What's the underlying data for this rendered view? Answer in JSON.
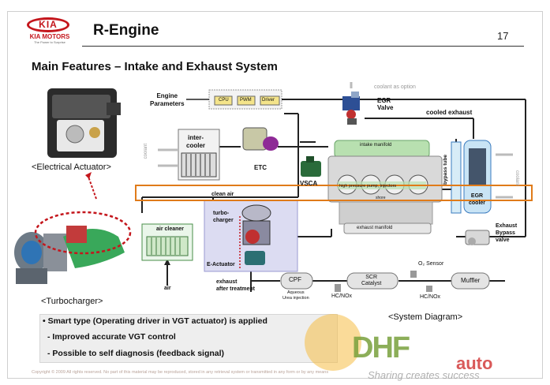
{
  "brand": {
    "logo_text": "KIA",
    "logo_motors": "KIA MOTORS",
    "logo_slogan": "The Power to Surprise"
  },
  "header": {
    "title": "R-Engine",
    "page_number": "17"
  },
  "subtitle": "Main Features – Intake and Exhaust System",
  "captions": {
    "electrical_actuator": "<Electrical Actuator>",
    "turbocharger": "<Turbocharger>",
    "system_diagram": "<System Diagram>"
  },
  "diagram": {
    "engine_parameters": "Engine\nParameters",
    "cpu": "CPU",
    "pwm": "PWM",
    "driver": "Driver",
    "coolant_as_option": "coolant as option",
    "egr_valve": "EGR\nValve",
    "cooled_exhaust": "cooled exhaust",
    "intercooler": "inter-\ncooler",
    "coolant_left": "coolant",
    "etc": "ETC",
    "vsca": "VSCA",
    "intake_manifold": "intake manifold",
    "high_pressure_pump": "high pressure pump, injectors",
    "shore": "shore",
    "exhaust_manifold": "exhaust manifold",
    "bypass_tube": "bypass tube",
    "egr_cooler": "EGR\ncooler",
    "coolant_right": "coolant",
    "clean_air": "clean air",
    "air_cleaner": "air cleaner",
    "air": "air",
    "turbocharger": "turbo-\ncharger",
    "e_actuator": "E-Actuator",
    "exhaust_bypass_valve": "Exhaust\nBypass\nvalve",
    "exhaust_after_treatment": "exhaust\nafter treatment",
    "cpf": "CPF",
    "aqueous_urea": "Aqueous\nUrea injection",
    "hc_nox_1": "HC/NOx",
    "scr_catalyst": "SCR\nCatalyst",
    "o2_sensor": "O₂ Sensor",
    "hc_nox_2": "HC/NOx",
    "muffler": "Muffler"
  },
  "bullets": {
    "main": "• Smart type (Operating driver in VGT actuator) is applied",
    "sub1": "- Improved accurate VGT control",
    "sub2": "- Possible to self diagnosis (feedback signal)"
  },
  "copyright": "Copyright © 2009 All rights reserved. No part of this material may be reproduced, stored in any retrieval system or transmitted in any form or by any means",
  "watermark": {
    "main": "DHF",
    "auto": "auto",
    "tagline": "Sharing creates success"
  },
  "colors": {
    "kia_red": "#c4161c",
    "highlight_orange": "#e07b1a",
    "engine_green": "#b8e0b0",
    "egr_blue": "#3a5fa8"
  }
}
